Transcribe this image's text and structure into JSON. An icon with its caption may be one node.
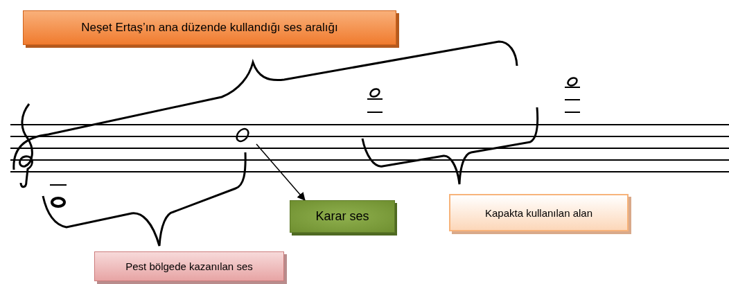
{
  "diagram": {
    "nodes": [
      {
        "text": [
          "Neşet Ertaş’ın ana düzende kullandığı ses aralığı"
        ]
      },
      {
        "text": [
          "Karar ses"
        ]
      },
      {
        "text": [
          "Kapakta kullanılan alan"
        ]
      },
      {
        "text": [
          "Pest bölgede kazanılan ses"
        ]
      }
    ],
    "edges": [
      {
        "from": null,
        "to": 1,
        "arrow": "to"
      }
    ]
  }
}
